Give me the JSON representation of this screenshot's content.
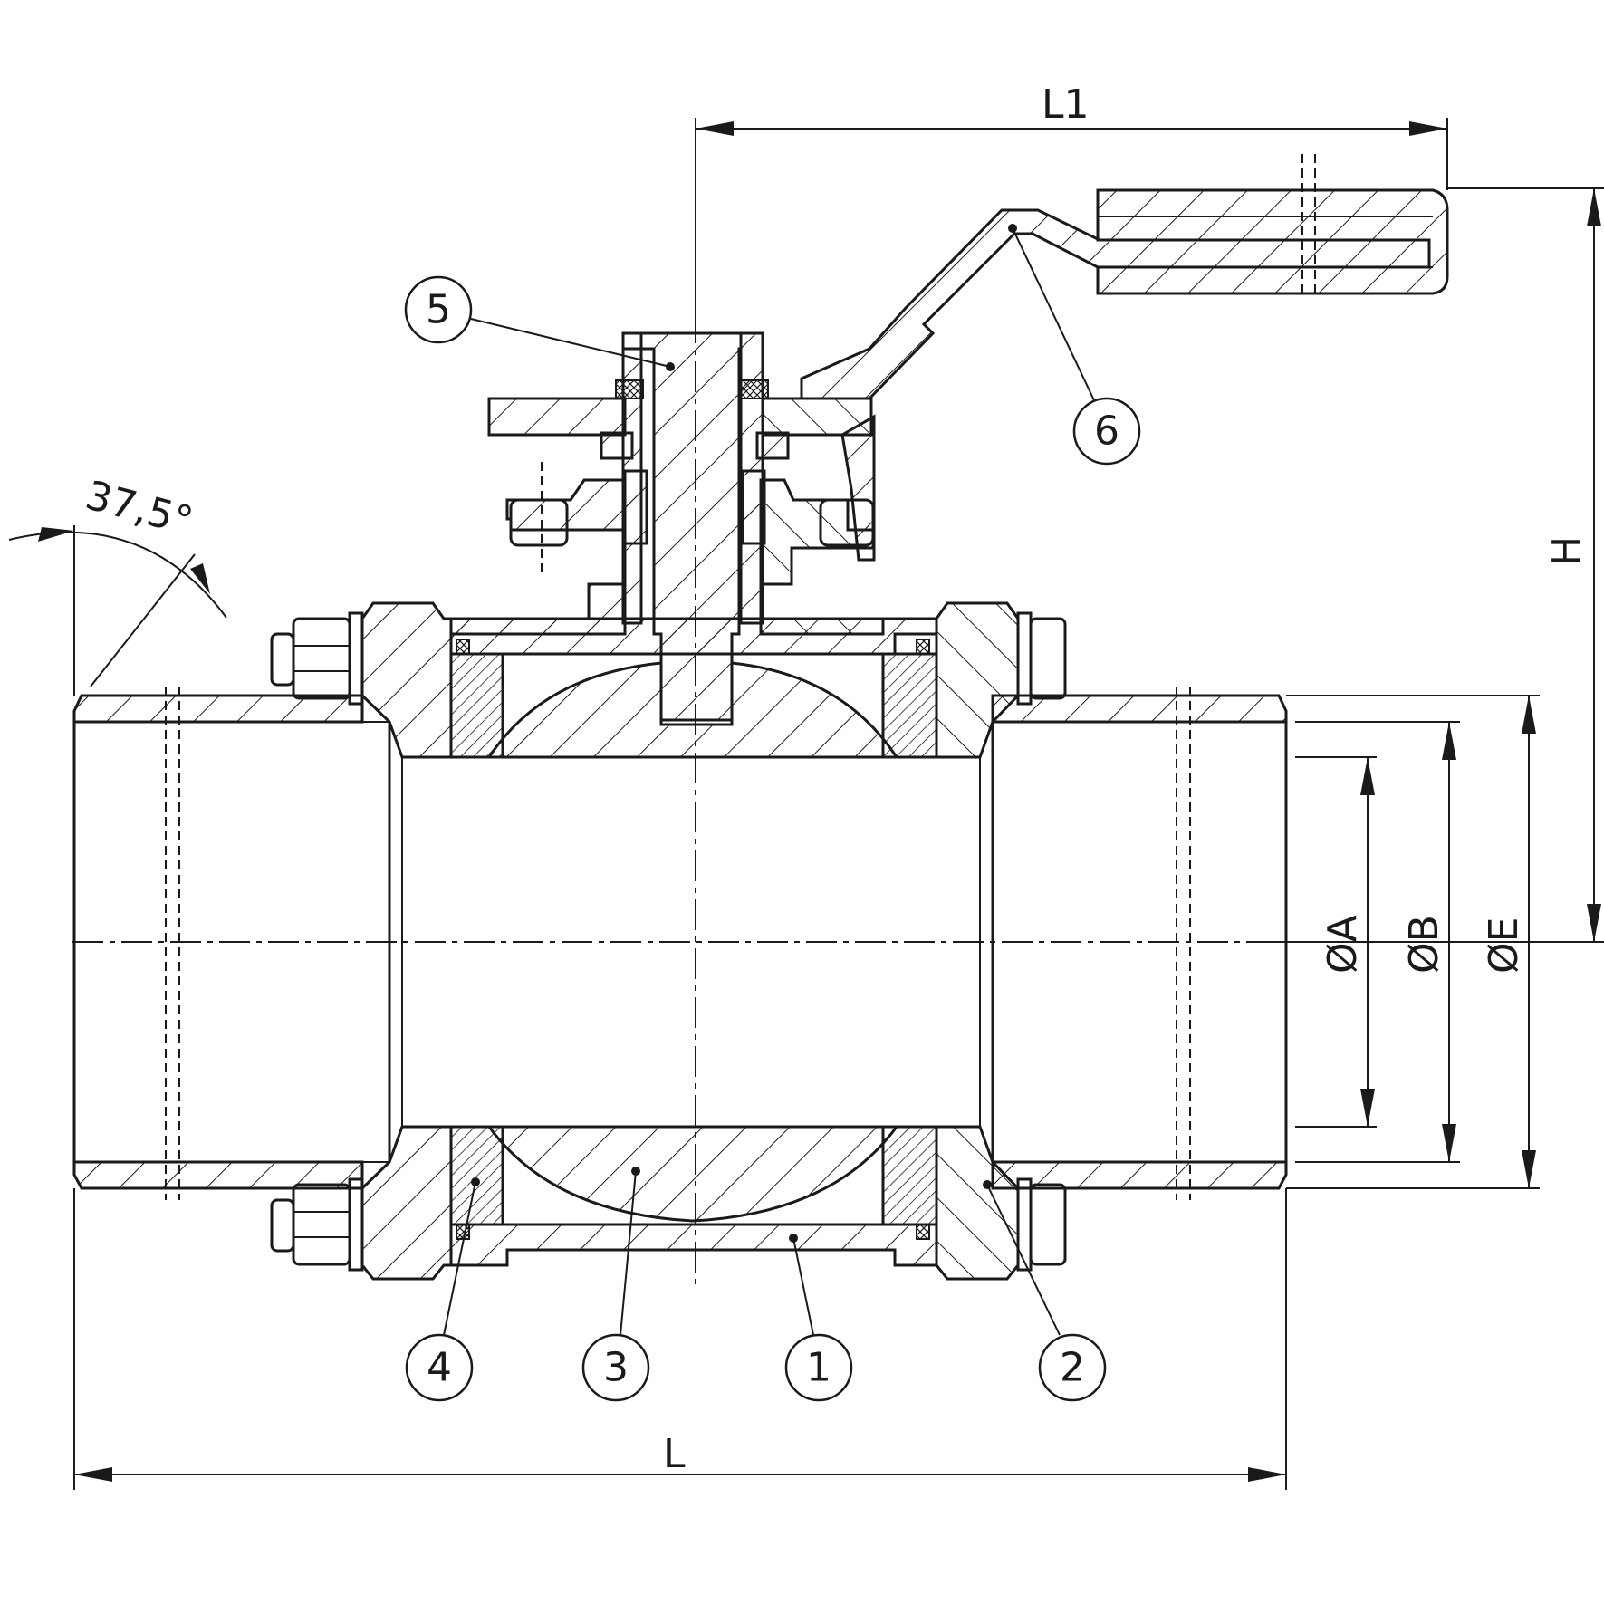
{
  "dimensions": {
    "L": "L",
    "L1": "L1",
    "H": "H",
    "A": "ØA",
    "B": "ØB",
    "E": "ØE",
    "angle": "37,5°"
  },
  "parts": [
    "1",
    "2",
    "3",
    "4",
    "5",
    "6"
  ],
  "colors": {
    "ink": "#1a1a1a",
    "paper": "#ffffff"
  }
}
